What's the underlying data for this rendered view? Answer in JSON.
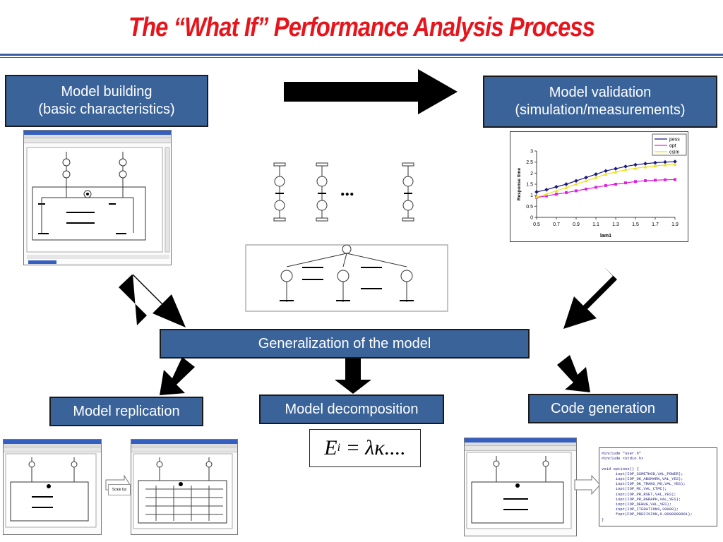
{
  "slide": {
    "title": "The “What If” Performance Analysis Process",
    "colors": {
      "title": "#e8141b",
      "box": "#3a639a",
      "rule": "#3a5ea8",
      "arrow": "#000000"
    }
  },
  "boxes": {
    "model_building": {
      "line1": "Model building",
      "line2": "(basic characteristics)"
    },
    "model_validation": {
      "line1": "Model validation",
      "line2": "(simulation/measurements)"
    },
    "generalization": "Generalization of the model",
    "replication": "Model replication",
    "decomposition": "Model decomposition",
    "code_generation": "Code generation"
  },
  "formula": {
    "lhs": "E",
    "sub": "i",
    "rhs": " = λκ...."
  },
  "ellipsis": "...",
  "scale_up": "Scale Up",
  "chart_data": {
    "type": "line",
    "xlabel": "lam1",
    "ylabel": "Response time",
    "xlim": [
      0.5,
      1.9
    ],
    "ylim": [
      0,
      3
    ],
    "xticks": [
      "0.5",
      "0.7",
      "0.9",
      "1.1",
      "1.3",
      "1.5",
      "1.7",
      "1.9"
    ],
    "yticks": [
      "0",
      "0.5",
      "1",
      "1.5",
      "2",
      "2.5",
      "3"
    ],
    "x": [
      0.5,
      0.6,
      0.7,
      0.8,
      0.9,
      1.0,
      1.1,
      1.2,
      1.3,
      1.4,
      1.5,
      1.6,
      1.7,
      1.8,
      1.9
    ],
    "legend_position": "top-right",
    "series": [
      {
        "name": "pess",
        "color": "#1a1a80",
        "values": [
          1.15,
          1.25,
          1.38,
          1.5,
          1.65,
          1.8,
          1.95,
          2.1,
          2.2,
          2.3,
          2.38,
          2.43,
          2.47,
          2.5,
          2.52
        ]
      },
      {
        "name": "opt",
        "color": "#e020e0",
        "values": [
          0.9,
          0.97,
          1.05,
          1.12,
          1.2,
          1.28,
          1.36,
          1.44,
          1.5,
          1.56,
          1.62,
          1.66,
          1.68,
          1.7,
          1.71
        ]
      },
      {
        "name": "csim",
        "color": "#f0e020",
        "values": [
          0.92,
          1.05,
          1.2,
          1.35,
          1.5,
          1.65,
          1.8,
          1.95,
          2.05,
          2.15,
          2.22,
          2.28,
          2.33,
          2.37,
          2.4
        ]
      }
    ]
  },
  "code_lines": [
    "#include \"user.h\"",
    "#include <stdio.h>",
    "",
    "void options() {",
    "      iopt(IOP_SSMETHOD,VAL_POWER);",
    "      iopt(IOP_OK_ABSMARK,VAL_YES);",
    "      iopt(IOP_OK_TRANS_MO,VAL_YES);",
    "      iopt(IOP_MC,VAL_CTMC);",
    "      iopt(IOP_PR_RSET,VAL_YES);",
    "      iopt(IOP_PR_RGRAPH,VAL_YES);",
    "      iopt(IOP_DEBUG,VAL_YES);",
    "      iopt(IOP_ITERATIONS,20000);",
    "      fopt(FOP_PRECISION,0.0000000001);",
    "}"
  ]
}
